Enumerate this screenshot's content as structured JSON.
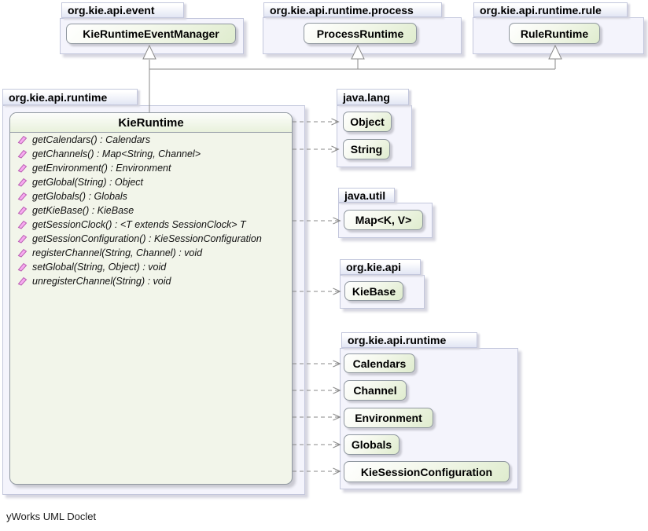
{
  "packages": {
    "event": {
      "name": "org.kie.api.event",
      "classes": [
        "KieRuntimeEventManager"
      ]
    },
    "process": {
      "name": "org.kie.api.runtime.process",
      "classes": [
        "ProcessRuntime"
      ]
    },
    "rule": {
      "name": "org.kie.api.runtime.rule",
      "classes": [
        "RuleRuntime"
      ]
    },
    "runtime_main": {
      "name": "org.kie.api.runtime"
    },
    "java_lang": {
      "name": "java.lang",
      "classes": [
        "Object",
        "String"
      ]
    },
    "java_util": {
      "name": "java.util",
      "classes": [
        "Map<K, V>"
      ]
    },
    "org_kie_api": {
      "name": "org.kie.api",
      "classes": [
        "KieBase"
      ]
    },
    "runtime_types": {
      "name": "org.kie.api.runtime",
      "classes": [
        "Calendars",
        "Channel",
        "Environment",
        "Globals",
        "KieSessionConfiguration"
      ]
    }
  },
  "kie_runtime": {
    "title": "KieRuntime",
    "methods": [
      "getCalendars() : Calendars",
      "getChannels() : Map<String, Channel>",
      "getEnvironment() : Environment",
      "getGlobal(String) : Object",
      "getGlobals() : Globals",
      "getKieBase() : KieBase",
      "getSessionClock() : <T extends SessionClock> T",
      "getSessionConfiguration() : KieSessionConfiguration",
      "registerChannel(String, Channel) : void",
      "setGlobal(String, Object) : void",
      "unregisterChannel(String) : void"
    ]
  },
  "footer": {
    "label": "yWorks UML Doclet"
  },
  "colors": {
    "package_fill": "#f4f4fc",
    "package_border": "#c3c7dc",
    "node_border": "#8f979f",
    "node_green": "#dfecce",
    "class_body": "#f2f5ea",
    "edge_gray": "#8a8a8a",
    "method_icon_pink": "#f7abf0"
  }
}
